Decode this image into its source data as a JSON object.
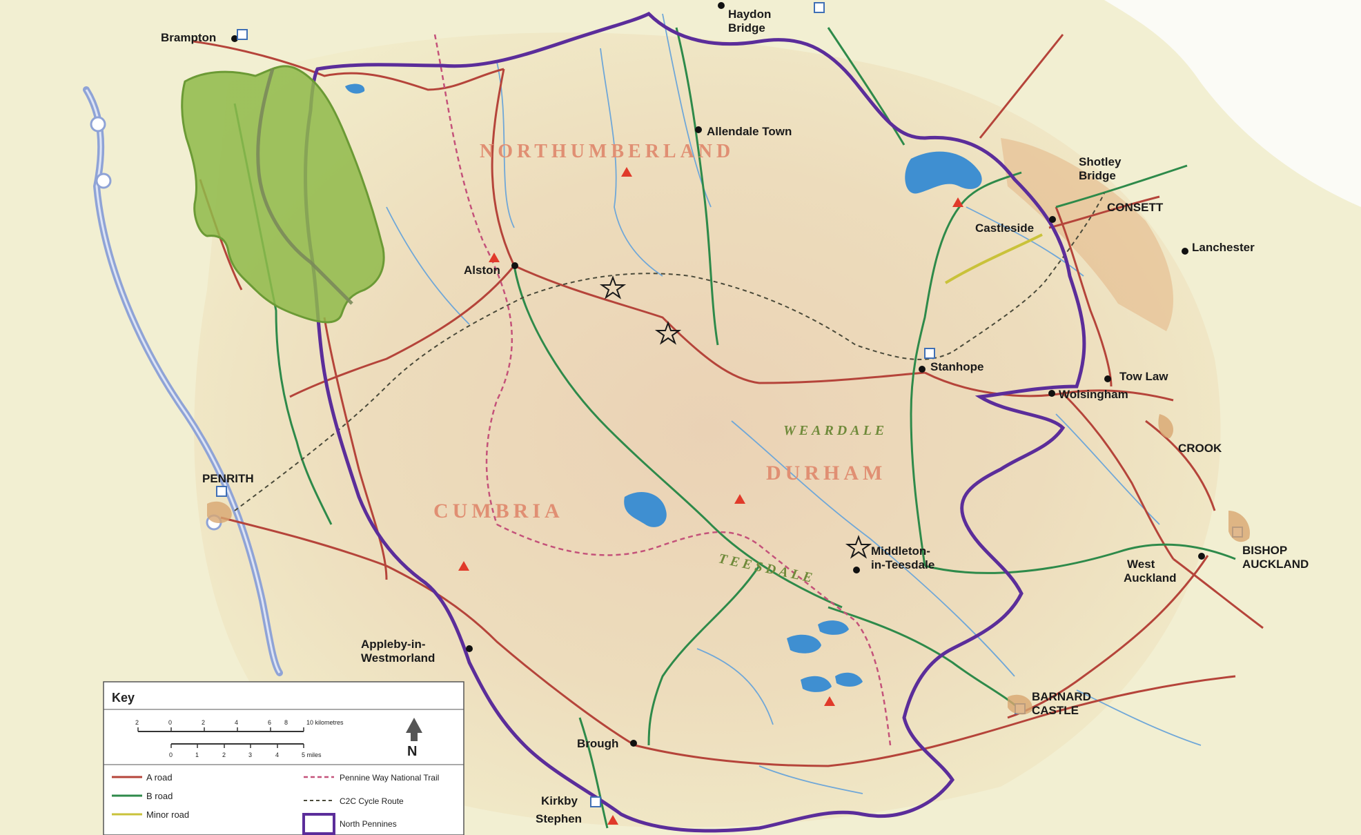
{
  "map": {
    "counties": {
      "northumberland": "NORTHUMBERLAND",
      "durham": "DURHAM",
      "cumbria": "CUMBRIA"
    },
    "dales": {
      "weardale": "WEARDALE",
      "teesdale": "TEESDALE"
    },
    "towns": {
      "brampton": "Brampton",
      "haydon": "Haydon",
      "haydon2": "Bridge",
      "allendale": "Allendale Town",
      "shotley": "Shotley",
      "shotley2": "Bridge",
      "consett": "CONSETT",
      "lanchester": "Lanchester",
      "castleside": "Castleside",
      "alston": "Alston",
      "stanhope": "Stanhope",
      "towlaw": "Tow Law",
      "wolsingham": "Wolsingham",
      "crook": "CROOK",
      "penrith": "PENRITH",
      "middleton": "Middleton-",
      "middleton2": "in-Teesdale",
      "westauckland": "West",
      "westauckland2": "Auckland",
      "bishop": "BISHOP",
      "bishop2": "AUCKLAND",
      "appleby": "Appleby-in-",
      "appleby2": "Westmorland",
      "barnard": "BARNARD",
      "barnard2": "CASTLE",
      "brough": "Brough",
      "kirkby": "Kirkby",
      "kirkby2": "Stephen"
    },
    "colors": {
      "a_road": "#b5443a",
      "b_road": "#2e8a4a",
      "minor_road": "#c9c23a",
      "boundary": "#5b2d9a",
      "pennine_way": "#c4527a",
      "motorway": "#8fa3d6",
      "water": "#3f8fd1",
      "highlight": "#8fba4a"
    }
  },
  "key": {
    "title": "Key",
    "scale_km": [
      "2",
      "0",
      "2",
      "4",
      "6",
      "8",
      "10 kilometres"
    ],
    "scale_miles": [
      "0",
      "1",
      "2",
      "3",
      "4",
      "5 miles"
    ],
    "north": "N",
    "items": [
      {
        "label": "A road"
      },
      {
        "label": "B road"
      },
      {
        "label": "Minor road"
      },
      {
        "label": "Pennine Way National Trail"
      },
      {
        "label": "C2C Cycle Route"
      },
      {
        "label": "North Pennines"
      }
    ]
  }
}
